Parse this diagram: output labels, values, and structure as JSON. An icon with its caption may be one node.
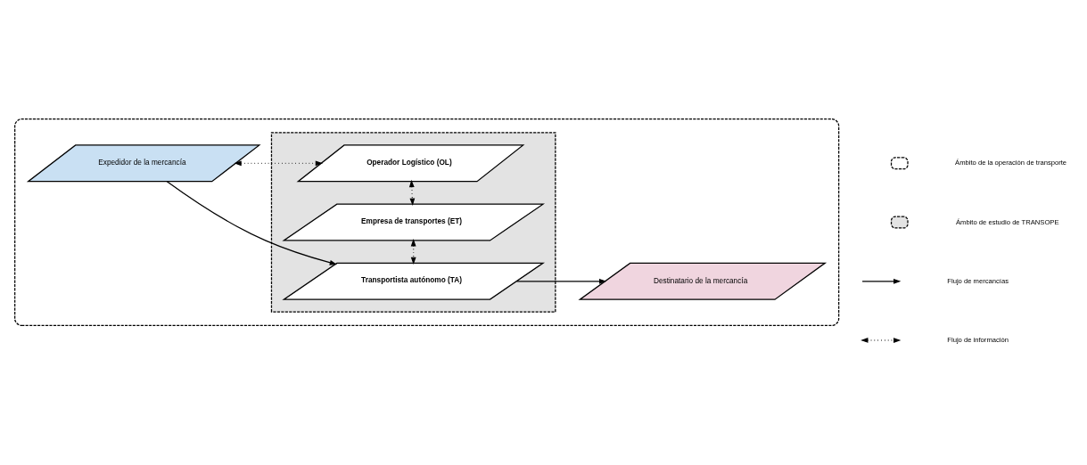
{
  "diagram": {
    "nodes": [
      {
        "text": [],
        "shape": "box"
      },
      {
        "text": [],
        "shape": "box",
        "in": 0
      },
      {
        "text": [
          "Expedidor de la mercancía"
        ],
        "in": 0
      },
      {
        "text": [
          "Operador Logístico (OL)"
        ],
        "in": 1
      },
      {
        "text": [
          "Empresa de transportes (ET)"
        ],
        "in": 1
      },
      {
        "text": [
          "Transportista autónomo (TA)"
        ],
        "in": 1
      },
      {
        "text": [
          "Destinatario de la mercancía"
        ],
        "in": 0
      }
    ],
    "edges": [
      {
        "from": 2,
        "to": 3,
        "arrow": "both",
        "style": "dashed"
      },
      {
        "from": 3,
        "to": 4,
        "arrow": "both",
        "style": "dashed"
      },
      {
        "from": 4,
        "to": 5,
        "arrow": "both",
        "style": "dashed"
      },
      {
        "from": 2,
        "to": 5,
        "arrow": "to"
      },
      {
        "from": 5,
        "to": 6,
        "arrow": "to"
      }
    ],
    "legend": [
      {
        "text": "Ámbito de la operación de transporte"
      },
      {
        "text": "Ámbito de estudio de TRANSOPE"
      },
      {
        "text": "Flujo de mercancías"
      },
      {
        "text": "Flujo de información"
      }
    ]
  }
}
